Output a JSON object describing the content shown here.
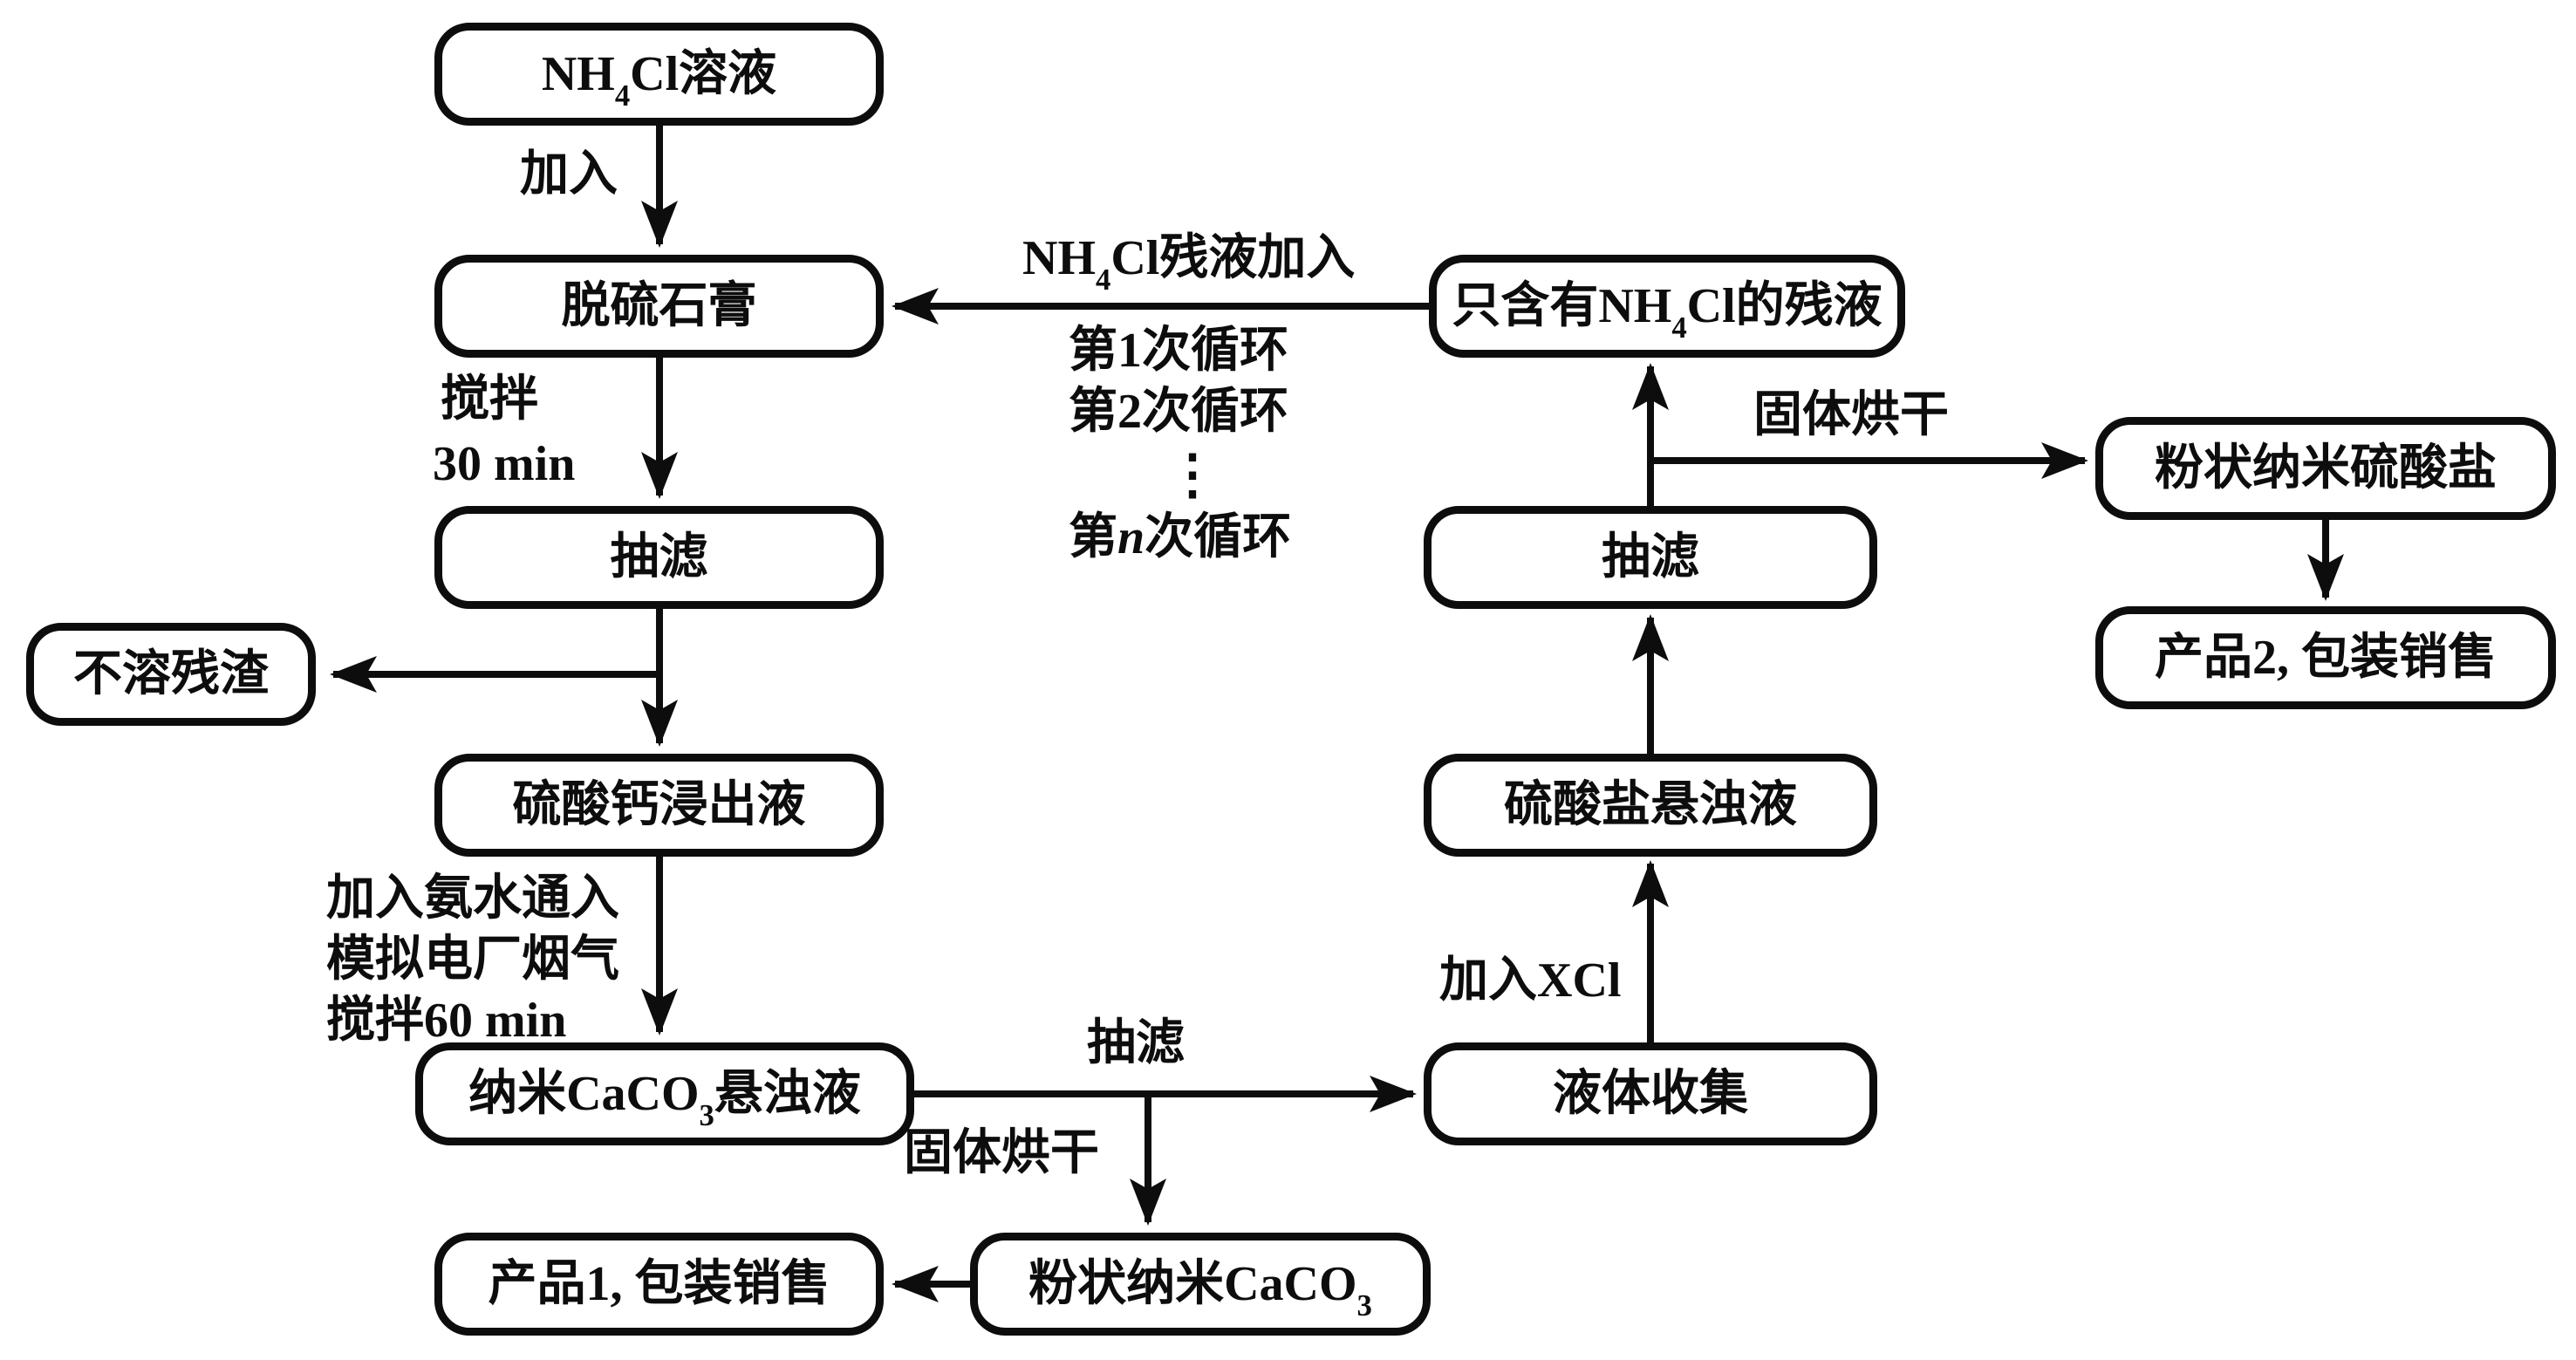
{
  "colors": {
    "ink": "#0d0d0d",
    "background": "#ffffff"
  },
  "nodes": {
    "nh4cl_solution": {
      "parts": [
        {
          "t": "NH"
        },
        {
          "t": "4",
          "sub": true
        },
        {
          "t": "Cl溶液"
        }
      ]
    },
    "gypsum": {
      "label": "脱硫石膏"
    },
    "filter_left": {
      "label": "抽滤"
    },
    "insoluble_residue": {
      "label": "不溶残渣"
    },
    "calcium_sulfate_leachate": {
      "label": "硫酸钙浸出液"
    },
    "nano_caco3_suspension": {
      "parts": [
        {
          "t": "纳米CaCO"
        },
        {
          "t": "3",
          "sub": true
        },
        {
          "t": "悬浊液"
        }
      ]
    },
    "product1": {
      "label": "产品1, 包装销售"
    },
    "powder_nano_caco3": {
      "parts": [
        {
          "t": "粉状纳米CaCO"
        },
        {
          "t": "3",
          "sub": true
        }
      ]
    },
    "nh4cl_residue": {
      "parts": [
        {
          "t": "只含有NH"
        },
        {
          "t": "4",
          "sub": true
        },
        {
          "t": "Cl的残液"
        }
      ]
    },
    "filter_right": {
      "label": "抽滤"
    },
    "sulfate_suspension": {
      "label": "硫酸盐悬浊液"
    },
    "liquid_collection": {
      "label": "液体收集"
    },
    "powder_nano_sulfate": {
      "label": "粉状纳米硫酸盐"
    },
    "product2": {
      "label": "产品2, 包装销售"
    }
  },
  "edge_labels": {
    "add": "加入",
    "stir_line1": "搅拌",
    "stir_line2": "30 min",
    "ammonia_line1": "加入氨水通入",
    "ammonia_line2": "模拟电厂烟气",
    "ammonia_line3": "搅拌60 min",
    "filter_mid": "抽滤",
    "solid_dry_left": "固体烘干",
    "residue_add": {
      "parts": [
        {
          "t": "NH"
        },
        {
          "t": "4",
          "sub": true
        },
        {
          "t": "Cl残液加入"
        }
      ]
    },
    "cycle_1": "第1次循环",
    "cycle_2": "第2次循环",
    "cycle_ellipsis": "⋮",
    "cycle_n": {
      "parts": [
        {
          "t": "第"
        },
        {
          "t": "n",
          "italic": true
        },
        {
          "t": "次循环"
        }
      ]
    },
    "solid_dry_right": "固体烘干",
    "add_xcl": "加入XCl"
  }
}
